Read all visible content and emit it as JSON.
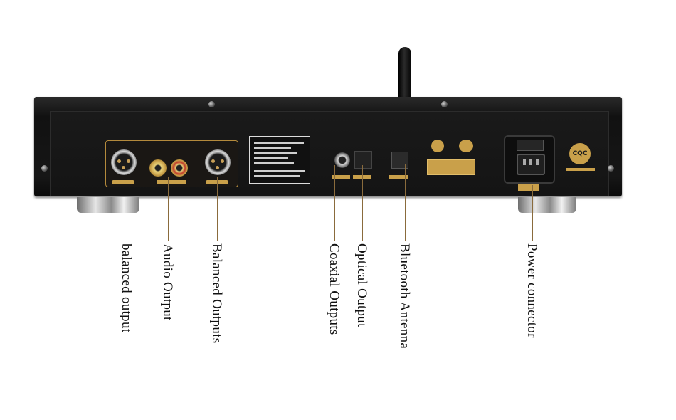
{
  "device": {
    "power_logo": "CQC"
  },
  "callouts": [
    {
      "id": "balanced-output-left",
      "text": "balanced output"
    },
    {
      "id": "audio-output",
      "text": "Audio Output"
    },
    {
      "id": "balanced-outputs-right",
      "text": "Balanced Outputs"
    },
    {
      "id": "coaxial-outputs",
      "text": "Coaxial Outputs"
    },
    {
      "id": "optical-output",
      "text": "Optical Output"
    },
    {
      "id": "bluetooth-antenna",
      "text": "Bluetooth Antenna"
    },
    {
      "id": "power-connector",
      "text": "Power connector"
    }
  ],
  "colors": {
    "panel": "#161616",
    "gold_accent": "#c9a04a",
    "leader_line": "#8a6b3c",
    "text": "#111111",
    "background": "#ffffff"
  }
}
